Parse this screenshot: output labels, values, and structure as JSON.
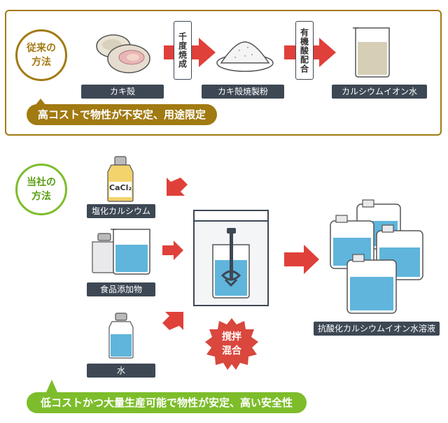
{
  "conventional": {
    "method_label": "従来の\n方法",
    "step1_label": "カキ殻",
    "process1": "千度焼成",
    "step2_label": "カキ殻焼製粉",
    "process2": "有機酸配合",
    "step3_label": "カルシウムイオン水",
    "result": "高コストで物性が不安定、用途限定",
    "accent_color": "#a27a12"
  },
  "ours": {
    "method_label": "当社の\n方法",
    "input1_label": "塩化カルシウム",
    "input1_bottle_text": "CaCl₂",
    "input2_label": "食品添加物",
    "input3_label": "水",
    "mix_label": "撹拌\n混合",
    "output_label": "抗酸化カルシウムイオン水溶液",
    "result": "低コストかつ大量生産可能で物性が安定、高い安全性",
    "accent_color": "#7dbd2b"
  },
  "colors": {
    "arrow": "#e0403a",
    "label_bg": "#3d4854",
    "water": "#5fb5db",
    "stir_badge": "#d9473d"
  },
  "icons": [
    "oyster-shell-icon",
    "powder-pile-icon",
    "beaker-icon",
    "bottle-icon",
    "mixer-icon",
    "jerrycan-icon",
    "arrow-right-icon"
  ]
}
